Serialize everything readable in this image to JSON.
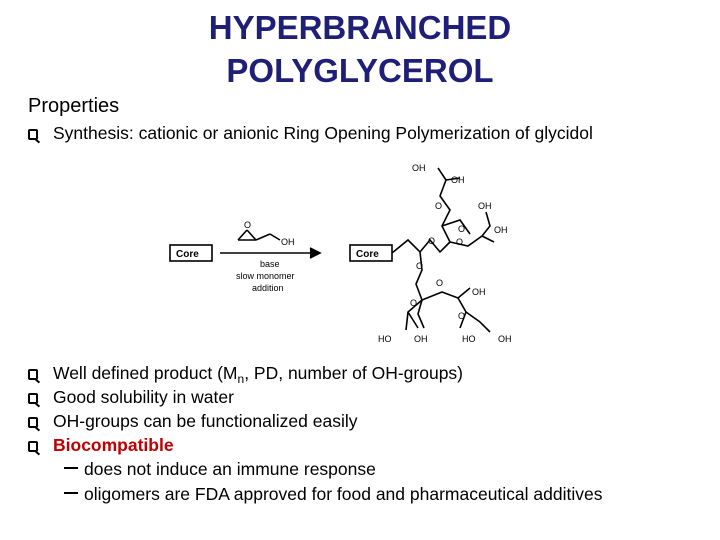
{
  "title": {
    "line1": "HYPERBRANCHED",
    "line2": "POLYGLYCEROL"
  },
  "subtitle": "Properties",
  "synthesis": "Synthesis: cationic or anionic Ring Opening Polymerization of glycidol",
  "scheme": {
    "core_left": "Core",
    "core_right": "Core",
    "reagent_oh": "OH",
    "epoxide_o": "O",
    "cond1": "base",
    "cond2": "slow monomer",
    "cond3": "addition",
    "oh_label": "OH",
    "o_label": "O",
    "ho_label": "HO"
  },
  "bullets": {
    "b1_pre": "Well defined product (M",
    "b1_sub": "n",
    "b1_post": ", PD, number of OH-groups)",
    "b2": "Good solubility in water",
    "b3": "OH-groups can be functionalized easily",
    "b4": "Biocompatible"
  },
  "subpoints": {
    "s1": "does not induce an immune response",
    "s2": "oligomers are FDA approved for food and pharmaceutical additives"
  },
  "colors": {
    "title": "#1f1f78",
    "highlight": "#c00000"
  }
}
